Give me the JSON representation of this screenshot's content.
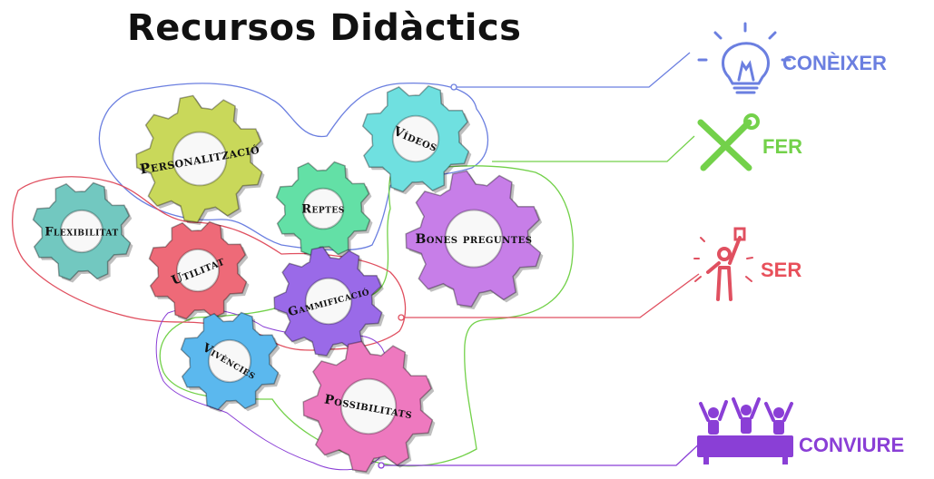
{
  "title": "Recursos Didàctics",
  "categories": [
    {
      "id": "coneixer",
      "label": "CONÈIXER",
      "color": "#6b7fe0",
      "icon": "lightbulb-icon"
    },
    {
      "id": "fer",
      "label": "FER",
      "color": "#73d14a",
      "icon": "tools-icon"
    },
    {
      "id": "ser",
      "label": "SER",
      "color": "#e8505b",
      "icon": "person-cheering-icon"
    },
    {
      "id": "conviure",
      "label": "CONVIURE",
      "color": "#8a3fd6",
      "icon": "group-icon"
    }
  ],
  "gears": [
    {
      "id": "personalitzacio",
      "label": "Personalització",
      "color": "#c9d85a"
    },
    {
      "id": "videos",
      "label": "Vídeos",
      "color": "#6fe0e0"
    },
    {
      "id": "repte",
      "label": "Reptes",
      "color": "#63e0a6"
    },
    {
      "id": "flexibilitat",
      "label": "Flexibilitat",
      "color": "#72c8c0"
    },
    {
      "id": "bones-preguntes",
      "label": "Bones preguntes",
      "color": "#c77ee8"
    },
    {
      "id": "utilitat",
      "label": "Utilitat",
      "color": "#ee6a78"
    },
    {
      "id": "gammificacio",
      "label": "Gammificació",
      "color": "#9a6ae8"
    },
    {
      "id": "vivencies",
      "label": "Vivències",
      "color": "#5bb8ee"
    },
    {
      "id": "possibilitats",
      "label": "Possibilitats",
      "color": "#ee79bf"
    }
  ]
}
